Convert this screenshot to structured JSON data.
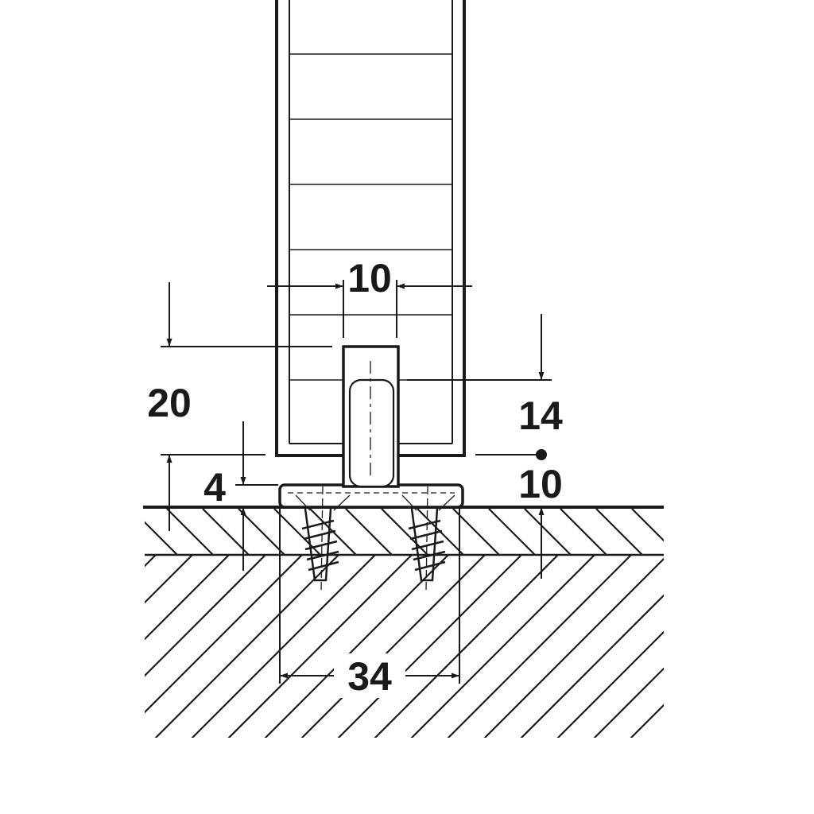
{
  "diagram": {
    "colors": {
      "line": "#1a1a1a",
      "background": "#ffffff"
    },
    "dimensions": {
      "guide_width": "10",
      "overall_height": "20",
      "guide_height": "14",
      "clearance": "10",
      "base_thickness": "4",
      "base_width": "34"
    }
  }
}
